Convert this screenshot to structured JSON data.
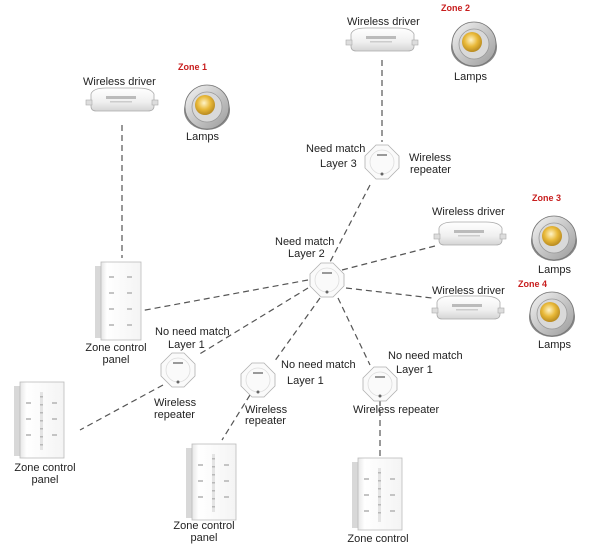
{
  "colors": {
    "zone": "#c81e1e",
    "text": "#222222",
    "line": "#555555"
  },
  "zones": [
    "Zone 1",
    "Zone 2",
    "Zone 3",
    "Zone 4"
  ],
  "labels": {
    "wireless_driver": "Wireless driver",
    "lamps": "Lamps",
    "need_match": "Need match",
    "no_need_match": "No need match",
    "layer_1": "Layer 1",
    "layer_2": "Layer 2",
    "layer_3": "Layer 3",
    "wireless": "Wireless",
    "repeater": "repeater",
    "wireless_repeater": "Wireless repeater",
    "zone_control": "Zone control",
    "panel": "panel"
  }
}
